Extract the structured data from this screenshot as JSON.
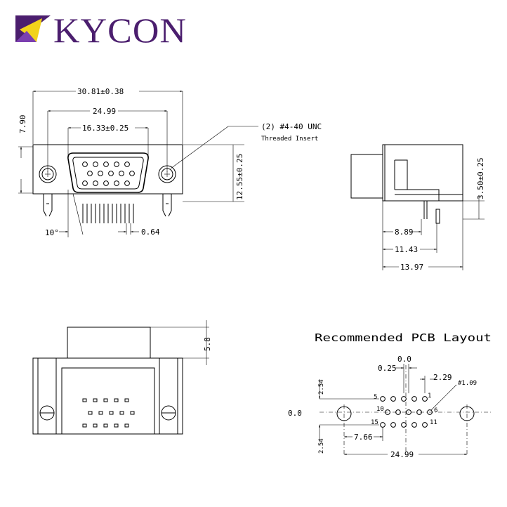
{
  "brand": {
    "name": "KYCON",
    "colors": {
      "purple": "#4b1e6e",
      "yellow": "#f2d31b",
      "violet": "#7b3fb0"
    }
  },
  "front_view": {
    "overall_width": "30.81±0.38",
    "mount_pitch": "24.99",
    "shell_width": "16.33±0.25",
    "height": "12.55±0.25",
    "flange_offset": "7.90",
    "angle": "10°",
    "pin_pitch": "0.64",
    "insert_note_line1": "(2) #4-40 UNC",
    "insert_note_line2": "Threaded Insert"
  },
  "side_view": {
    "height": "3.50±0.25",
    "d1": "8.89",
    "d2": "11.43",
    "d3": "13.97"
  },
  "bottom_view": {
    "protrusion": "5.8"
  },
  "pcb_layout": {
    "title": "Recommended PCB Layout",
    "origin_x": "0.0",
    "origin_y": "0.0",
    "offset_025": "0.25",
    "spacing_229": "2.29",
    "hole_dia": "#1.09",
    "row_up": "2.54",
    "row_down": "2.54",
    "offset_766": "7.66",
    "mount_pitch": "24.99",
    "pin_labels": {
      "p1": "1",
      "p5": "5",
      "p6": "6",
      "p10": "10",
      "p11": "11",
      "p15": "15"
    }
  }
}
